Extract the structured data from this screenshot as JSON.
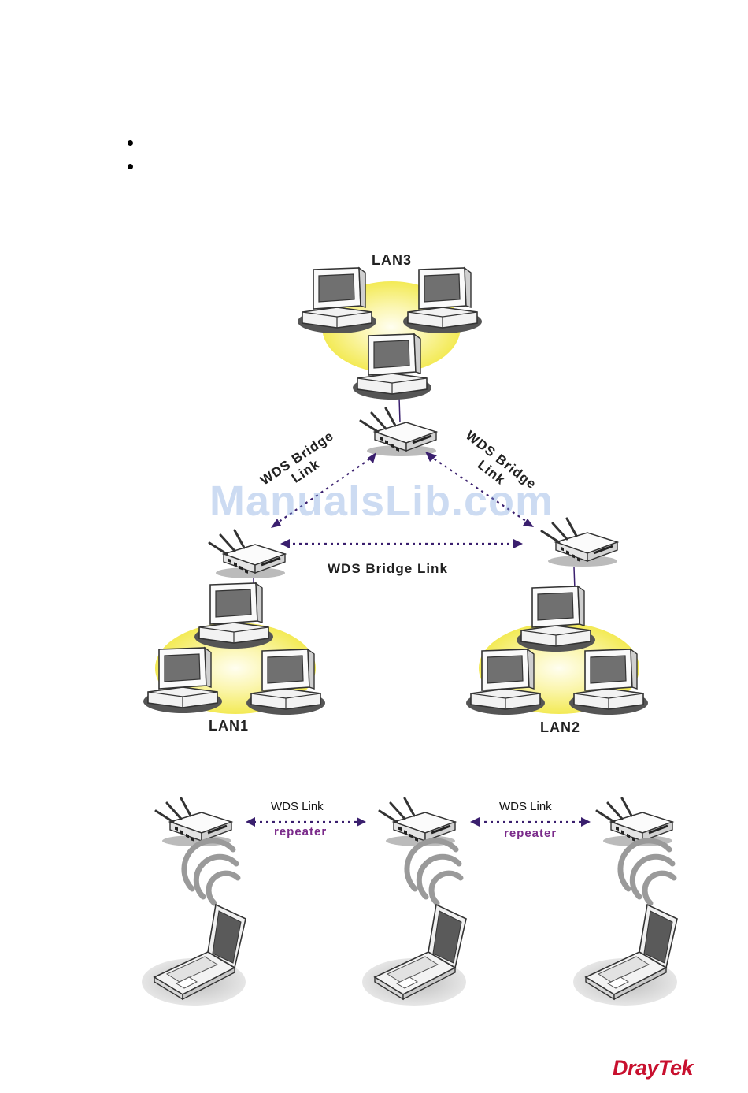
{
  "diagram1": {
    "lan3_label": "LAN3",
    "lan1_label": "LAN1",
    "lan2_label": "LAN2",
    "link_left_line1": "WDS Bridge",
    "link_left_line2": "Link",
    "link_right_line1": "WDS Bridge",
    "link_right_line2": "Link",
    "link_bottom": "WDS Bridge Link"
  },
  "diagram2": {
    "link1_label": "WDS Link",
    "link1_role": "repeater",
    "link2_label": "WDS Link",
    "link2_role": "repeater"
  },
  "watermark": "ManualsLib.com",
  "logo": "DrayTek",
  "colors": {
    "lan_glow": "#f6ee6a",
    "arrow": "#3a1f6e",
    "repeater_text": "#7a2a8a",
    "logo": "#c8102e",
    "watermark": "#7aa0dc"
  }
}
